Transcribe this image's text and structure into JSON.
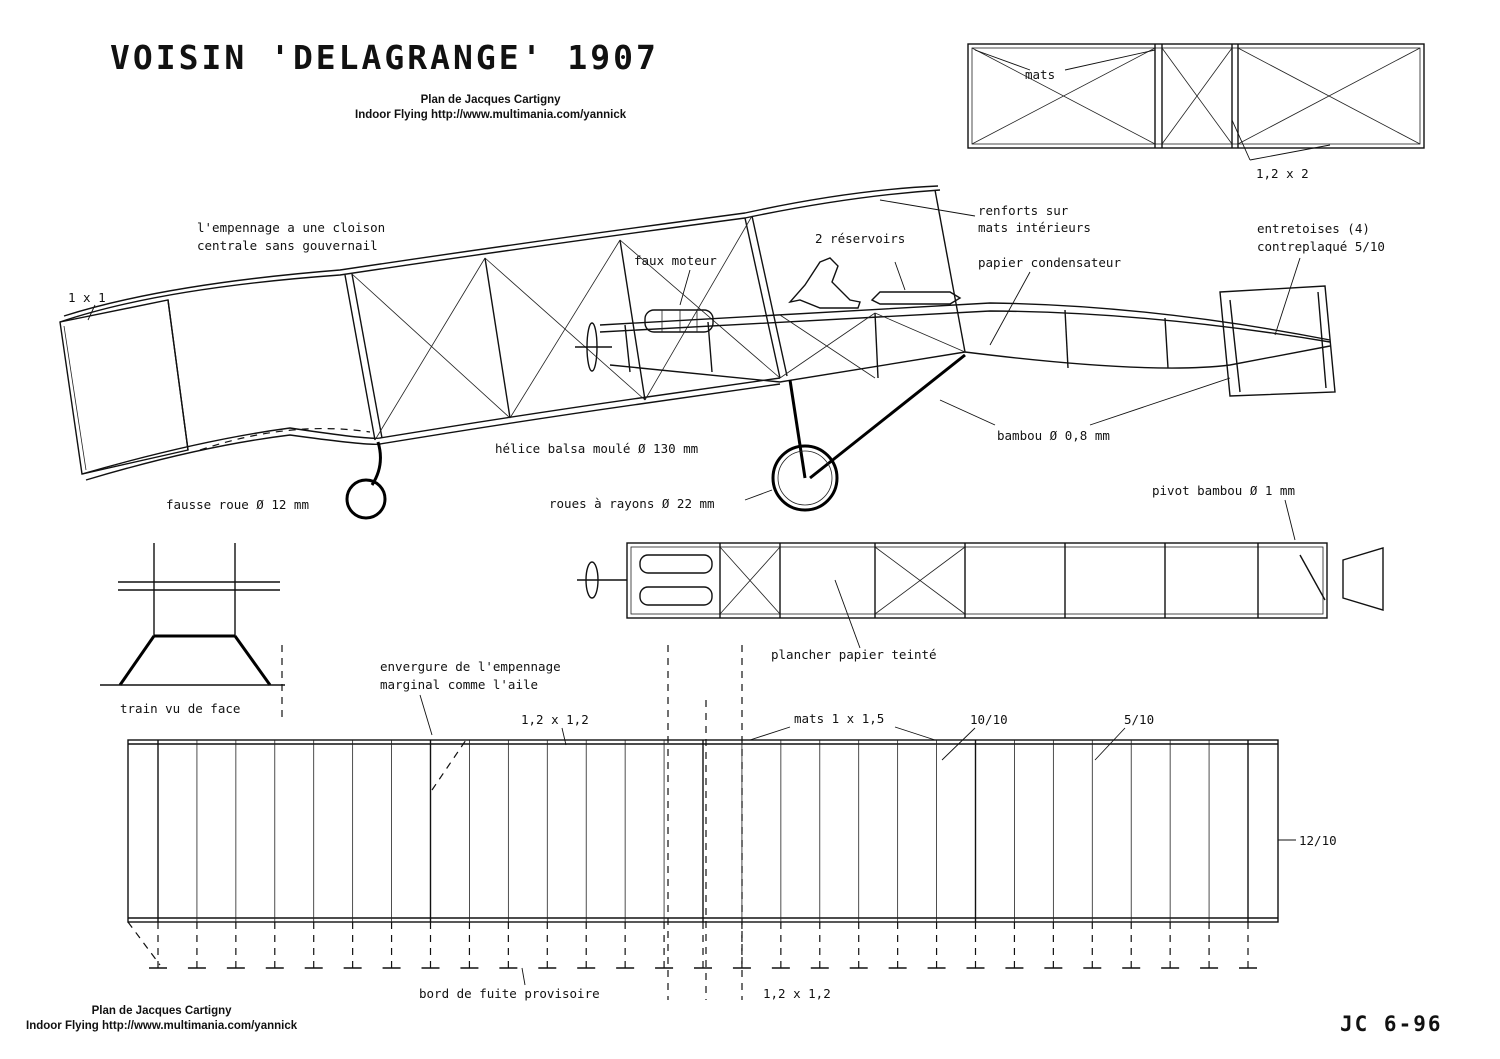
{
  "title": "VOISIN 'DELAGRANGE' 1907",
  "credit_top": {
    "line1": "Plan de Jacques Cartigny",
    "line2": "Indoor Flying http://www.multimania.com/yannick"
  },
  "credit_bottom": {
    "line1": "Plan de Jacques Cartigny",
    "line2": "Indoor Flying http://www.multimania.com/yannick"
  },
  "stamp": "JC 6-96",
  "labels": {
    "mats": "mats",
    "strut_size": "1,2 x 2",
    "empennage_1": "l'empennage a une cloison",
    "empennage_2": "centrale sans gouvernail",
    "tail_size": "1 x 1",
    "faux_moteur": "faux moteur",
    "reservoirs": "2 réservoirs",
    "renforts_1": "renforts sur",
    "renforts_2": "mats intérieurs",
    "papier_condensateur": "papier condensateur",
    "entretoises_1": "entretoises (4)",
    "entretoises_2": "contreplaqué 5/10",
    "helice": "hélice balsa moulé Ø 130 mm",
    "bambou": "bambou Ø 0,8 mm",
    "fausse_roue": "fausse roue Ø 12 mm",
    "roues": "roues à rayons Ø 22 mm",
    "pivot": "pivot bambou Ø 1 mm",
    "plancher": "plancher papier teinté",
    "train": "train vu de face",
    "envergure_1": "envergure de l'empennage",
    "envergure_2": "marginal comme l'aile",
    "wing_spar_size": "1,2 x 1,2",
    "mats_wing": "mats 1 x 1,5",
    "rib_10": "10/10",
    "rib_5": "5/10",
    "edge_12": "12/10",
    "bord_fuite": "bord de fuite provisoire",
    "trailing_size": "1,2 x 1,2"
  }
}
